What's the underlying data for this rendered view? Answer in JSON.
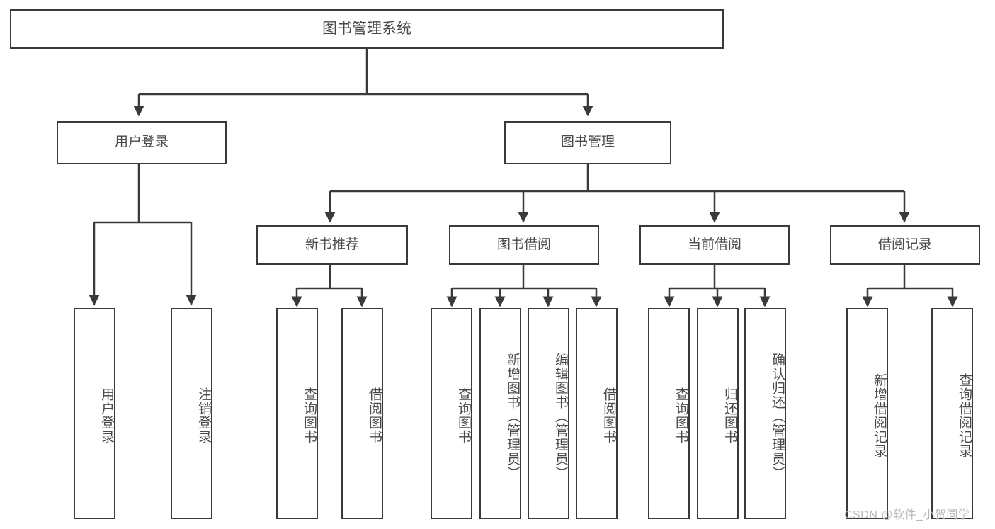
{
  "diagram": {
    "type": "tree-hierarchy-chart",
    "title": "图书管理系统",
    "line_color": "#3a3a3a",
    "text_color": "#4a4a4a",
    "background": "#ffffff",
    "root": {
      "label": "图书管理系统"
    },
    "level2": [
      {
        "label": "用户登录"
      },
      {
        "label": "图书管理"
      }
    ],
    "level3": [
      {
        "label": "新书推荐"
      },
      {
        "label": "图书借阅"
      },
      {
        "label": "当前借阅"
      },
      {
        "label": "借阅记录"
      }
    ],
    "leaves": {
      "user_login": [
        {
          "label": "用户登录"
        },
        {
          "label": "注销登录"
        }
      ],
      "new_book_recommend": [
        {
          "label": "查询图书"
        },
        {
          "label": "借阅图书"
        }
      ],
      "book_borrow": [
        {
          "label": "查询图书"
        },
        {
          "label": "新增图书（管理员）"
        },
        {
          "label": "编辑图书（管理员）"
        },
        {
          "label": "借阅图书"
        }
      ],
      "current_borrow": [
        {
          "label": "查询图书"
        },
        {
          "label": "归还图书"
        },
        {
          "label": "确认归还（管理员）"
        }
      ],
      "borrow_record": [
        {
          "label": "新增借阅记录"
        },
        {
          "label": "查询借阅记录"
        }
      ]
    }
  },
  "watermark": {
    "text": "CSDN @软件_小贺同学"
  }
}
